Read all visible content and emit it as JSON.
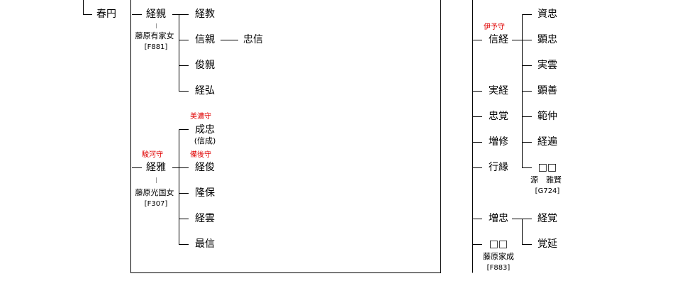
{
  "colors": {
    "line": "#000000",
    "title_text": "#e00000",
    "faint_connector": "#999999"
  },
  "left_box": {
    "root": "春円",
    "tsunechika": {
      "name": "経親",
      "mother": "藤原有家女",
      "mother_ref": "[F881]",
      "children": [
        "経教",
        "信親",
        "俊親",
        "経弘"
      ],
      "grandchild": "忠信"
    },
    "tsunemasa": {
      "title": "駿河守",
      "name": "経雅",
      "mother": "藤原光国女",
      "mother_ref": "[F307]",
      "child1_title": "美濃守",
      "child1_name": "成忠",
      "child1_alias": "(信成)",
      "child2_title": "備後守",
      "child2_name": "経俊",
      "others": [
        "隆保",
        "経雲",
        "最信"
      ]
    }
  },
  "right_box": {
    "nobutsune": {
      "title": "伊予守",
      "name": "信経",
      "children": [
        "資忠",
        "顕忠",
        "実雲",
        "顕善",
        "範仲",
        "経遍"
      ],
      "last_child": {
        "name": "□□",
        "line1": "源　雅賢",
        "line2": "[G724]"
      }
    },
    "siblings": [
      "実経",
      "忠覚",
      "増修",
      "行縁"
    ],
    "masutada": {
      "name": "増忠",
      "children": [
        "経覚",
        "覚延"
      ]
    },
    "last": {
      "name": "□□",
      "line1": "藤原家成",
      "line2": "[F883]"
    }
  }
}
